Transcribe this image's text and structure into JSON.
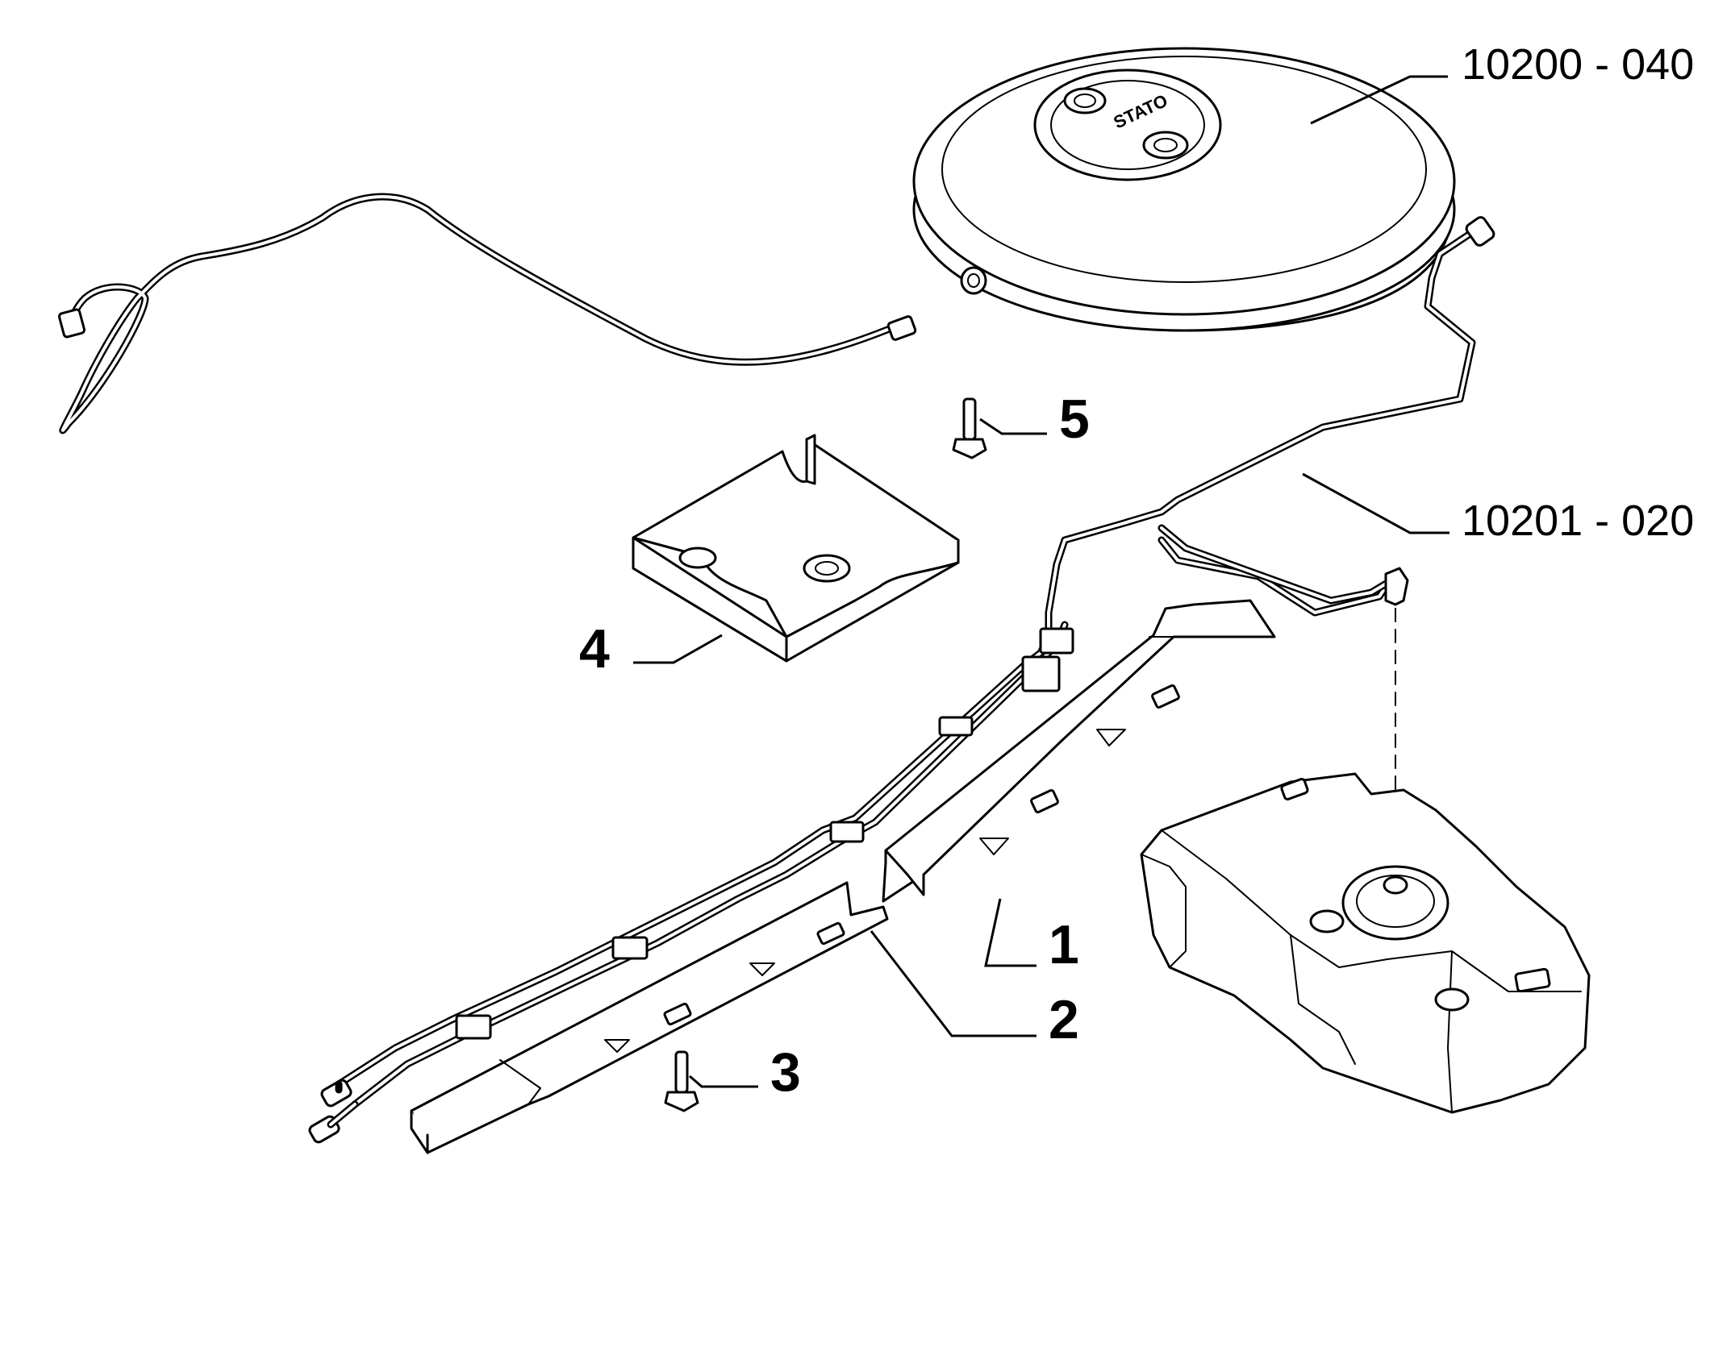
{
  "callouts": {
    "c1": "1",
    "c2": "2",
    "c3": "3",
    "c4": "4",
    "c5": "5",
    "tank_ref": "10200 - 040",
    "pipe_ref": "10201 - 020"
  },
  "tank_label": "STATO"
}
